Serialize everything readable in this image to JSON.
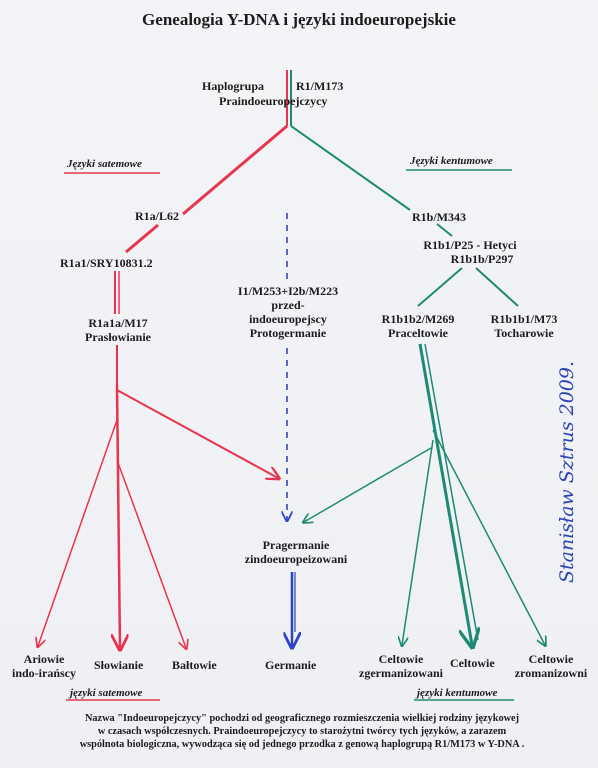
{
  "title": "Genealogia Y-DNA i języki indoeuropejskie",
  "root": {
    "label_left": "Haplogrupa",
    "label_right": "R1/M173",
    "label_sub": "Praindoeuropejczycy"
  },
  "groups": {
    "satem_top": "Języki satemowe",
    "kentum_top": "Języki kentumowe",
    "satem_bottom": "języki satemowe",
    "kentum_bottom": "języki kentumowe"
  },
  "nodes": {
    "r1a": "R1a/L62",
    "r1a1": "R1a1/SRY10831.2",
    "r1a1a_line1": "R1a1a/M17",
    "r1a1a_line2": "Prasłowianie",
    "i_line1": "I1/M253+I2b/M223",
    "i_line2": "przed-",
    "i_line3": "indoeuropejscy",
    "i_line4": "Protogermanie",
    "r1b": "R1b/M343",
    "r1b1_line1": "R1b1/P25 - Hetyci",
    "r1b1_line2": "R1b1b/P297",
    "r1b1b2_line1": "R1b1b2/M269",
    "r1b1b2_line2": "Praceltowie",
    "r1b1b1_line1": "R1b1b1/M73",
    "r1b1b1_line2": "Tocharowie",
    "pragermanie_line1": "Pragermanie",
    "pragermanie_line2": "zindoeuropeizowani"
  },
  "leaves": {
    "ariowie_line1": "Ariowie",
    "ariowie_line2": "indo-irańscy",
    "slowianie": "Słowianie",
    "baltowie": "Bałtowie",
    "germanie": "Germanie",
    "celt_zg_line1": "Celtowie",
    "celt_zg_line2": "zgermanizowani",
    "celtowie": "Celtowie",
    "celt_zr_line1": "Celtowie",
    "celt_zr_line2": "zromanizowni"
  },
  "footnote": {
    "line1": "Nazwa \"Indoeuropejczycy\" pochodzi od geograficznego rozmieszczenia wielkiej rodziny językowej",
    "line2": "w czasach współczesnych. Praindoeuropejczycy to starożytni twórcy tych języków, a zarazem",
    "line3": "wspólnota biologiczna, wywodząca się od jednego przodka z genową haplogrupą R1/M173 w Y-DNA ."
  },
  "signature": "Stanisław Sztrus 2009.",
  "colors": {
    "red": "#e8344f",
    "teal": "#1f8a74",
    "blue": "#2f43c8",
    "text": "#1c1c1c"
  }
}
